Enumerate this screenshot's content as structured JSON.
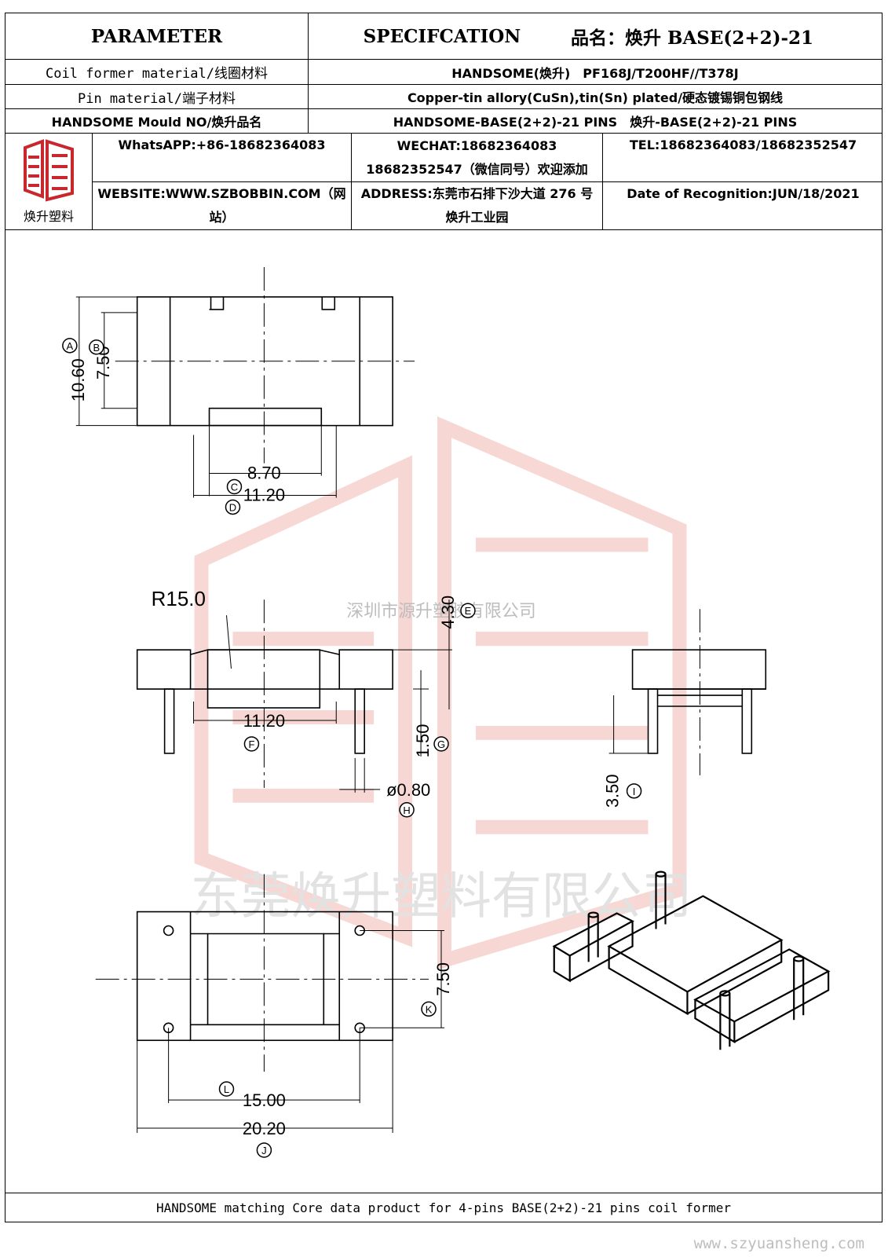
{
  "header": {
    "parameter_label": "PARAMETER",
    "spec_label": "SPECIFCATION",
    "product_name_label": "品名：焕升 BASE(2+2)-21"
  },
  "rows": [
    {
      "label": "Coil former material/线圈材料",
      "value": "HANDSOME(焕升)　PF168J/T200HF//T378J"
    },
    {
      "label": "Pin material/端子材料",
      "value": "Copper-tin allory(CuSn),tin(Sn) plated/硬态镀锡铜包钢线"
    },
    {
      "label": "HANDSOME Mould NO/焕升品名",
      "value": "HANDSOME-BASE(2+2)-21 PINS　焕升-BASE(2+2)-21 PINS"
    }
  ],
  "logo": {
    "caption": "焕升塑料"
  },
  "contacts": {
    "whatsapp": "WhatsAPP:+86-18682364083",
    "wechat": "WECHAT:18682364083 18682352547（微信同号）欢迎添加",
    "tel": "TEL:18682364083/18682352547",
    "website": "WEBSITE:WWW.SZBOBBIN.COM（网站）",
    "address": "ADDRESS:东莞市石排下沙大道 276 号焕升工业园",
    "date": "Date of Recognition:JUN/18/2021"
  },
  "dimensions": {
    "A": "10.60",
    "B": "7.50",
    "C": "8.70",
    "D": "11.20",
    "E": "4.30",
    "F": "11.20",
    "G": "1.50",
    "H": "ø0.80",
    "I": "3.50",
    "J": "20.20",
    "K": "7.50",
    "L": "15.00",
    "radius": "R15.0"
  },
  "callouts": [
    "A",
    "B",
    "C",
    "D",
    "E",
    "F",
    "G",
    "H",
    "I",
    "J",
    "K",
    "L"
  ],
  "watermarks": {
    "company_small": "深圳市源升塑胶有限公司",
    "company_large": "东莞焕升塑料有限公司",
    "url": "www.szyuansheng.com"
  },
  "footer": {
    "text": "HANDSOME matching Core data  product for 4-pins BASE(2+2)-21 pins coil former"
  },
  "colors": {
    "watermark": "#f1b8b0",
    "logo_red": "#c8282d",
    "line": "#000000"
  }
}
